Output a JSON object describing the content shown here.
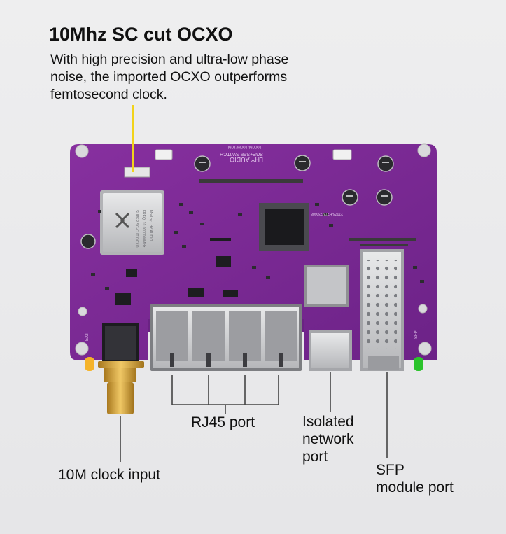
{
  "heading": "10Mhz SC cut OCXO",
  "description": "With high precision and ultra-low phase noise, the imported OCXO outperforms femtosecond clock.",
  "labels": {
    "rj45": "RJ45 port",
    "isolated_l1": "Isolated",
    "isolated_l2": "network",
    "isolated_l3": "port",
    "clock": "10M clock input",
    "sfp_l1": "SFP",
    "sfp_l2": "module port"
  },
  "board_silkscreen": {
    "brand": "LHY AUDIO",
    "model": "SGE+SFP SWITCH",
    "speed": "1000M/100M/10M",
    "ocxo_l1": "SUPER SC-CUT OCXO",
    "ocxo_l2": "FREQ: 10.0000000MHz",
    "ocxo_l3": "Mod by LHY AUDIO",
    "ext": "EXT",
    "sfp": "SFP",
    "serial": "27078-H278-230608"
  },
  "colors": {
    "board": "#7c2796",
    "board_dark": "#5c1a72",
    "metal": "#cfd0d2",
    "gold": "#d3a43a",
    "leader_line": "#f2d31a",
    "pointer_lines": "#444444"
  },
  "icons": [
    "lhy-logo-icon",
    "ext-led-icon",
    "sfp-led-icon"
  ]
}
